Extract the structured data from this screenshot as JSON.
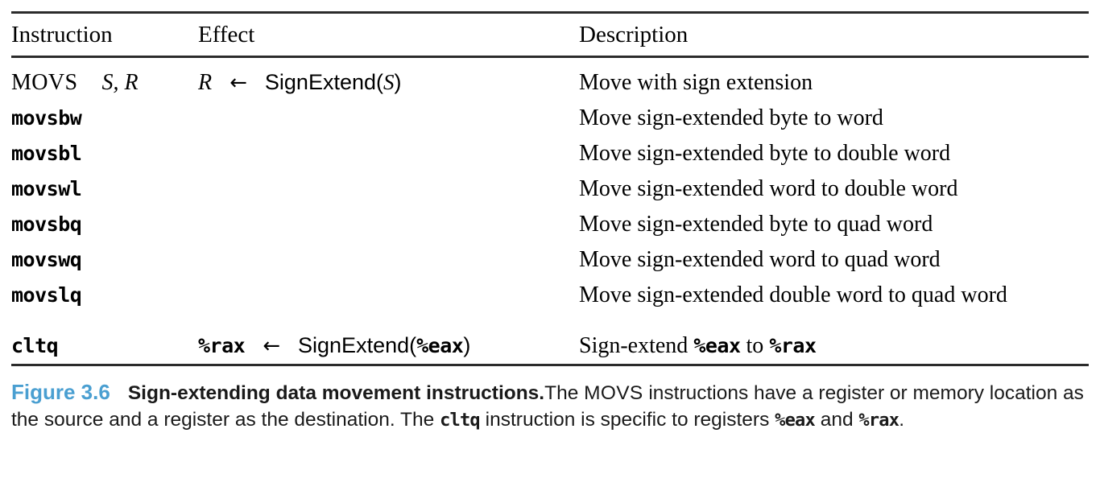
{
  "table": {
    "headers": {
      "instruction": "Instruction",
      "effect": "Effect",
      "description": "Description"
    },
    "rows": [
      {
        "instr_name": "MOVS",
        "instr_operands": "S, R",
        "effect_dest": "R",
        "effect_arrow": "←",
        "effect_fn": "SignExtend(",
        "effect_src": "S",
        "effect_close": ")",
        "description": "Move with sign extension"
      },
      {
        "instr_name": "movsbw",
        "description": "Move sign-extended byte to word"
      },
      {
        "instr_name": "movsbl",
        "description": "Move sign-extended byte to double word"
      },
      {
        "instr_name": "movswl",
        "description": "Move sign-extended word to double word"
      },
      {
        "instr_name": "movsbq",
        "description": "Move sign-extended byte to quad word"
      },
      {
        "instr_name": "movswq",
        "description": "Move sign-extended word to quad word"
      },
      {
        "instr_name": "movslq",
        "description": "Move sign-extended double word to quad word"
      }
    ],
    "cltq": {
      "instr_name": "cltq",
      "effect_dest": "%rax",
      "effect_arrow": "←",
      "effect_fn": "SignExtend(",
      "effect_src": "%eax",
      "effect_close": ")",
      "desc_pre": "Sign-extend ",
      "desc_reg1": "%eax",
      "desc_mid": " to ",
      "desc_reg2": "%rax"
    }
  },
  "caption": {
    "number": "Figure 3.6",
    "title": "Sign-extending data movement instructions.",
    "body_1": "The ",
    "body_smallcaps": "MOVS",
    "body_2": " instructions have a register or memory location as the source and a register as the destination. The ",
    "body_mono_1": "cltq",
    "body_3": " instruction is specific to registers ",
    "body_mono_2": "%eax",
    "body_4": " and ",
    "body_mono_3": "%rax",
    "body_5": "."
  },
  "colors": {
    "figure_number": "#4a9fd1",
    "rule": "#2b2b2b",
    "text": "#000000"
  }
}
